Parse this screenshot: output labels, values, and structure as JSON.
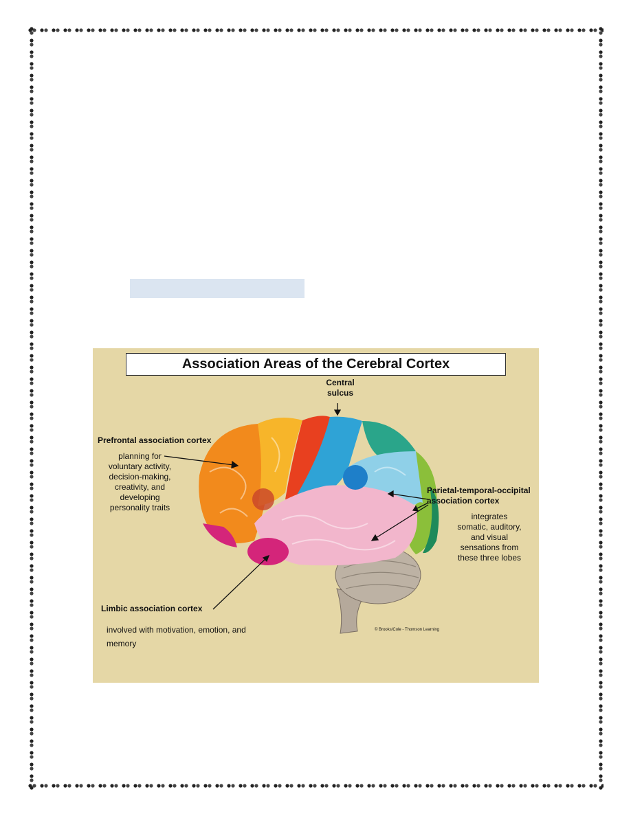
{
  "figure": {
    "title": "Association Areas of the Cerebral Cortex",
    "central_sulcus_label": [
      "Central",
      "sulcus"
    ],
    "prefrontal": {
      "title": "Prefrontal association cortex",
      "description": [
        "planning for",
        "voluntary activity,",
        "decision-making,",
        "creativity, and",
        "developing",
        "personality traits"
      ]
    },
    "parietal": {
      "title": [
        "Parietal-temporal-occipital",
        "association cortex"
      ],
      "description": [
        "integrates",
        "somatic, auditory,",
        "and visual",
        "sensations from",
        "these three lobes"
      ]
    },
    "limbic": {
      "title": "Limbic association cortex",
      "description": [
        "involved with motivation, emotion, and",
        "memory"
      ]
    },
    "credit": "© Brooks/Cole - Thomson Learning"
  },
  "colors": {
    "page_background": "#ffffff",
    "figure_background": "#e5d7a6",
    "highlight_box": "#dbe5f1",
    "prefrontal": "#f28a1c",
    "parietal_blue": "#2fa3d6",
    "temporal_pink": "#f2b6cc",
    "limbic_magenta": "#d4257a",
    "occipital_green": "#8bbf3a",
    "motor_red": "#e8401f",
    "premotor_yellow": "#f7b52a",
    "cerebellum": "#b9aea0"
  }
}
